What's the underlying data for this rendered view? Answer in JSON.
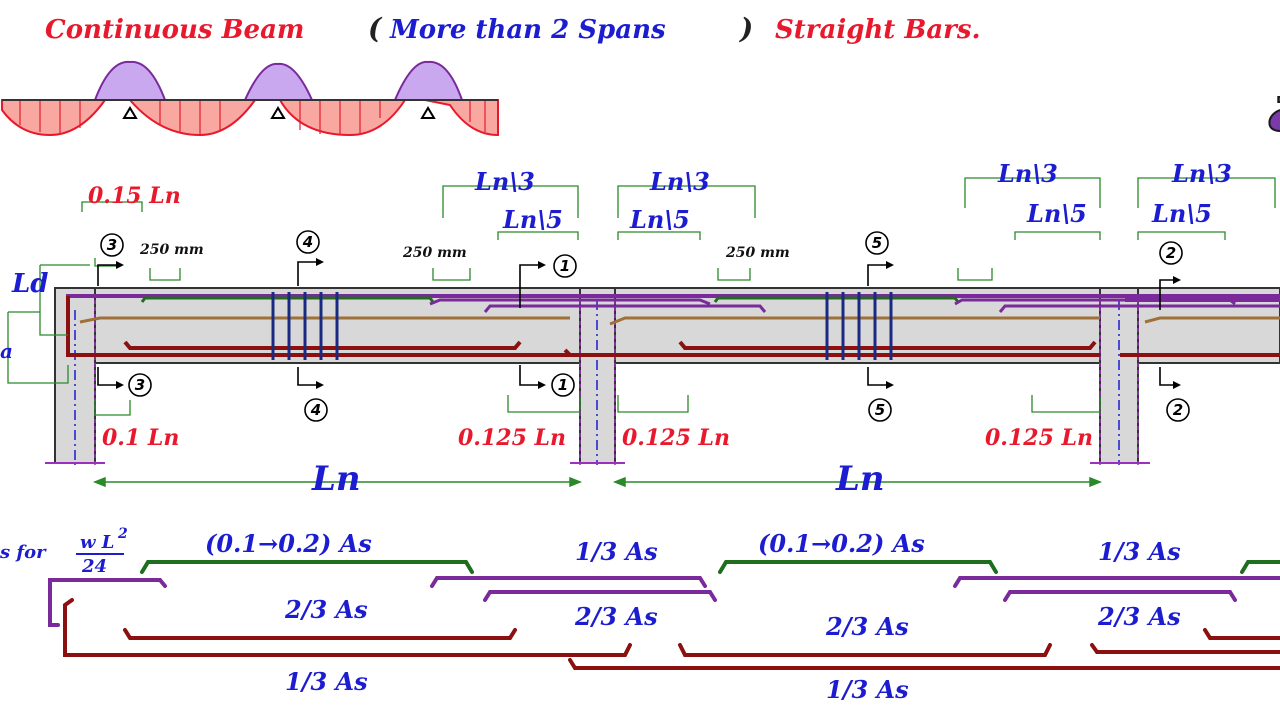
{
  "title": {
    "part1": "Continuous Beam",
    "open": "(",
    "part2": "More than 2 Spans",
    "close": ")",
    "part3": "Straight Bars."
  },
  "arabic_title": "تسليح الكمرات الخرسانية",
  "labels": {
    "ln3": "Ln\\3",
    "ln5": "Ln\\5",
    "ln015": "0.15 Ln",
    "ln01": "0.1 Ln",
    "ln0125": "0.125 Ln",
    "ld": "Ld",
    "la": "a",
    "mm250": "250 mm",
    "ln_span": "Ln",
    "as_for": "s for",
    "wl2": "w L",
    "sq": "2",
    "den24": "24",
    "as_range": "(0.1→0.2) As",
    "one_third_as": "1/3 As",
    "two_third_as": "2/3 As"
  },
  "sections": [
    "3",
    "4",
    "1",
    "5",
    "2"
  ],
  "colors": {
    "red": "#e8192c",
    "blue": "#1c1cd0",
    "purple": "#7a2a9a",
    "green": "#1e6e1e",
    "darkred": "#8b1010",
    "tan": "#a0703a",
    "stirrup": "#1a2a80",
    "dim": "#2a8a2a",
    "concrete": "#d8d8d8"
  }
}
